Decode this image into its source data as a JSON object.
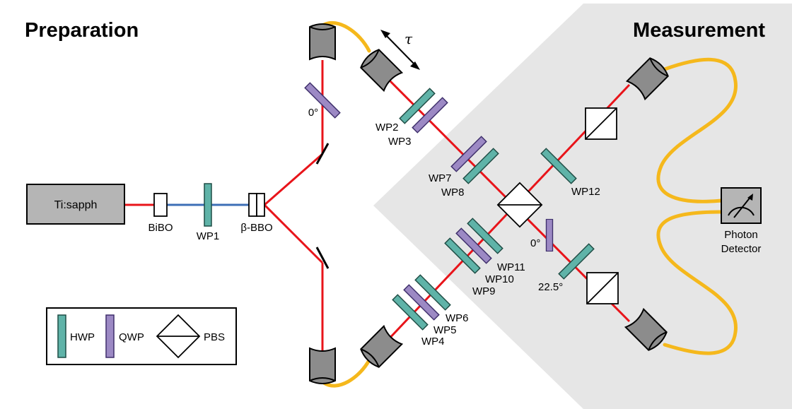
{
  "headings": {
    "left": "Preparation",
    "right": "Measurement"
  },
  "source": {
    "label": "Ti:sapph"
  },
  "components": {
    "bibo": "BiBO",
    "wp1": "WP1",
    "bbo": "β-BBO",
    "wp2": "WP2",
    "wp3": "WP3",
    "wp4": "WP4",
    "wp5": "WP5",
    "wp6": "WP6",
    "wp7": "WP7",
    "wp8": "WP8",
    "wp9": "WP9",
    "wp10": "WP10",
    "wp11": "WP11",
    "wp12": "WP12",
    "angle_prep": "0°",
    "angle_meas_qwp": "0°",
    "angle_meas_hwp": "22.5°",
    "tau": "τ"
  },
  "detector": {
    "line1": "Photon",
    "line2": "Detector"
  },
  "legend": {
    "hwp": "HWP",
    "qwp": "QWP",
    "pbs": "PBS"
  },
  "colors": {
    "beam_red": "#e8141a",
    "beam_blue": "#3d6fb6",
    "fiber": "#f5b81c",
    "hwp": "#5fb3a8",
    "qwp": "#9c89c4",
    "coupler": "#8c8c8c",
    "shade": "#e6e6e6"
  }
}
